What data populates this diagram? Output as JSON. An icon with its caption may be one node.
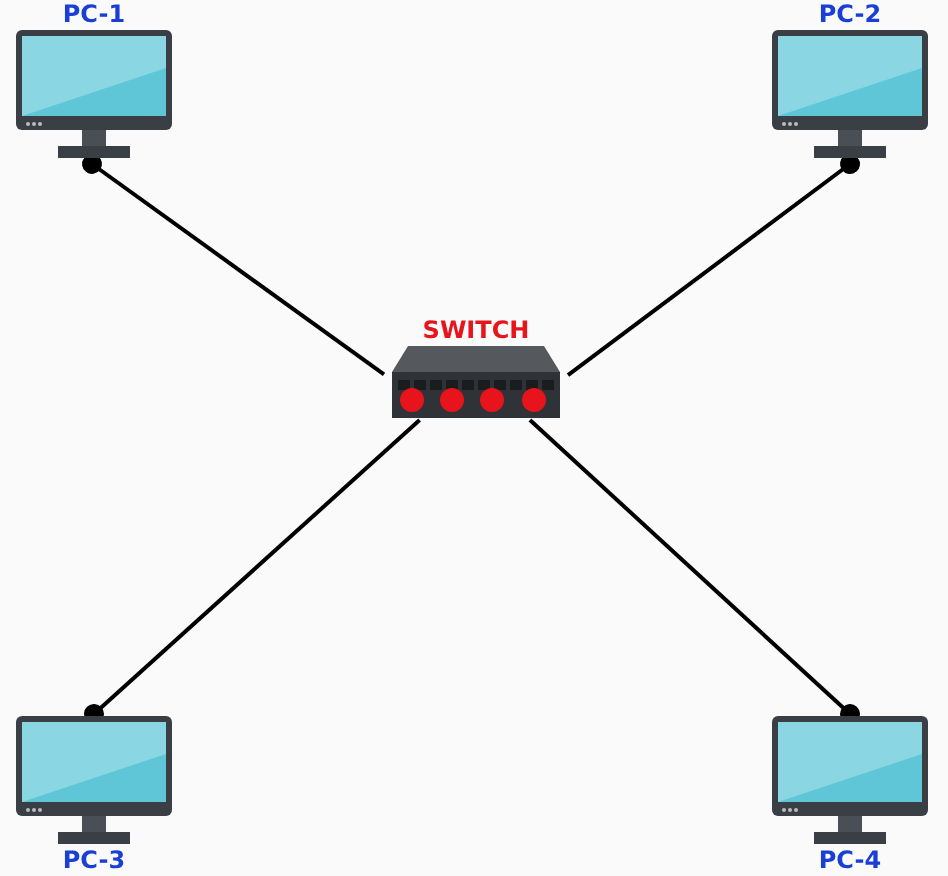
{
  "diagram": {
    "nodes": [
      {
        "text": [
          "PC-1"
        ]
      },
      {
        "text": [
          "PC-2"
        ]
      },
      {
        "text": [
          "SWITCH"
        ]
      },
      {
        "text": [
          "PC-3"
        ]
      },
      {
        "text": [
          "PC-4"
        ]
      }
    ],
    "edges": [
      {
        "from": 0,
        "to": 2,
        "arrow": "other"
      },
      {
        "from": 1,
        "to": 2,
        "arrow": "other"
      },
      {
        "from": 3,
        "to": 2,
        "arrow": "other"
      },
      {
        "from": 4,
        "to": 2,
        "arrow": "other"
      }
    ]
  }
}
